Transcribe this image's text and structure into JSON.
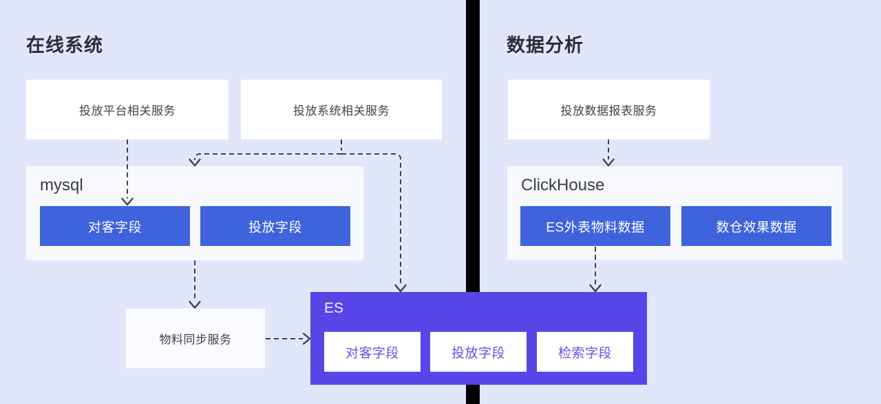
{
  "diagram": {
    "left_section": {
      "title": "在线系统",
      "service_boxes": [
        {
          "label": "投放平台相关服务"
        },
        {
          "label": "投放系统相关服务"
        }
      ],
      "mysql": {
        "title": "mysql",
        "fields": [
          "对客字段",
          "投放字段"
        ]
      },
      "sync_service": {
        "label": "物料同步服务"
      },
      "es": {
        "title": "ES",
        "fields": [
          "对客字段",
          "投放字段",
          "检索字段"
        ]
      }
    },
    "right_section": {
      "title": "数据分析",
      "report_service": {
        "label": "投放数据报表服务"
      },
      "clickhouse": {
        "title": "ClickHouse",
        "fields": [
          "ES外表物料数据",
          "数仓效果数据"
        ]
      }
    },
    "colors": {
      "background": "#e1e6fb",
      "container_bg": "#f8f9fd",
      "box_bg": "#ffffff",
      "primary_blue": "#3e63dd",
      "accent_purple": "#5845e8",
      "purple_text": "#6552e6",
      "arrow": "#3d424b",
      "divider": "#000000",
      "text_dark": "#2a2e36",
      "text_body": "#3e434b"
    }
  }
}
